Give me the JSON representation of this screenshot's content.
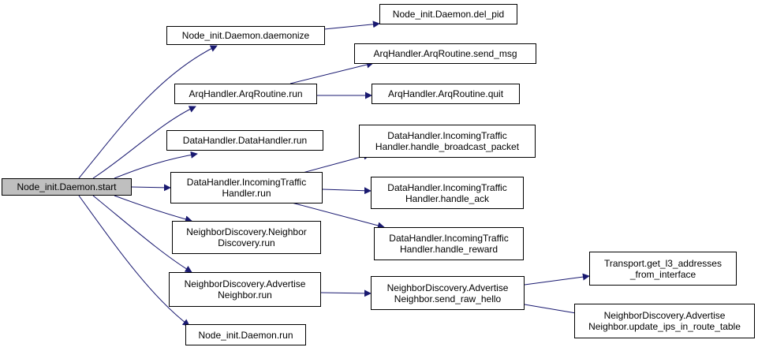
{
  "colors": {
    "edge": "#191970",
    "node_border": "#000000",
    "root_fill": "#bfbfbf",
    "node_fill": "#ffffff"
  },
  "nodes": {
    "root": [
      "Node_init.Daemon.start"
    ],
    "daemonize": [
      "Node_init.Daemon.daemonize"
    ],
    "del_pid": [
      "Node_init.Daemon.del_pid"
    ],
    "arq_run": [
      "ArqHandler.ArqRoutine.run"
    ],
    "send_msg": [
      "ArqHandler.ArqRoutine.send_msg"
    ],
    "arq_quit": [
      "ArqHandler.ArqRoutine.quit"
    ],
    "data_run": [
      "DataHandler.DataHandler.run"
    ],
    "it_run": [
      "DataHandler.IncomingTraffic",
      "Handler.run"
    ],
    "it_broadcast": [
      "DataHandler.IncomingTraffic",
      "Handler.handle_broadcast_packet"
    ],
    "it_ack": [
      "DataHandler.IncomingTraffic",
      "Handler.handle_ack"
    ],
    "it_reward": [
      "DataHandler.IncomingTraffic",
      "Handler.handle_reward"
    ],
    "nd_run": [
      "NeighborDiscovery.Neighbor",
      "Discovery.run"
    ],
    "adv_run": [
      "NeighborDiscovery.Advertise",
      "Neighbor.run"
    ],
    "adv_hello": [
      "NeighborDiscovery.Advertise",
      "Neighbor.send_raw_hello"
    ],
    "get_l3": [
      "Transport.get_l3_addresses",
      "_from_interface"
    ],
    "update_ips": [
      "NeighborDiscovery.Advertise",
      "Neighbor.update_ips_in_route_table"
    ],
    "daemon_run": [
      "Node_init.Daemon.run"
    ]
  }
}
